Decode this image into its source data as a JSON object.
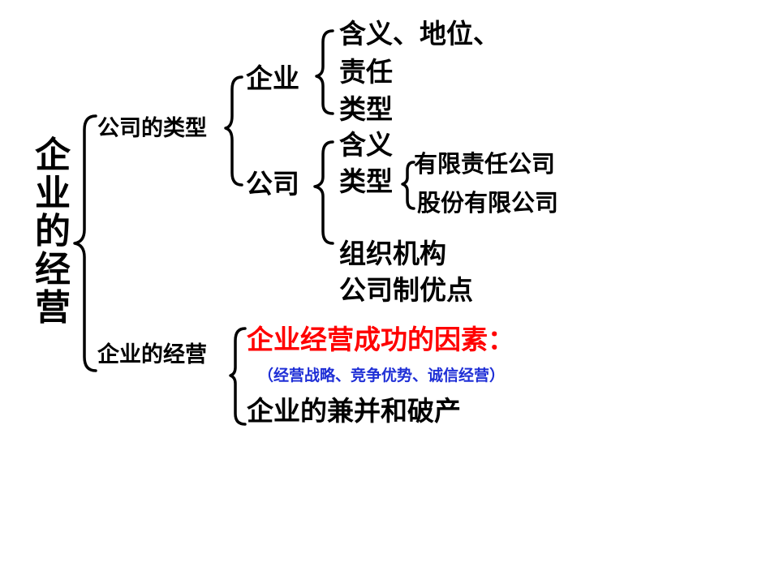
{
  "root": "企业的经营",
  "branch_company_types": {
    "label": "公司的类型",
    "enterprise": {
      "label": "企业",
      "items": [
        "含义、地位、",
        "责任",
        "类型"
      ]
    },
    "company": {
      "label": "公司",
      "items": [
        "含义",
        "类型",
        "组织机构",
        "公司制优点"
      ],
      "types": [
        "有限责任公司",
        "股份有限公司"
      ]
    }
  },
  "branch_operation": {
    "label": "企业的经营",
    "success_factors": "企业经营成功的因素：",
    "success_detail": "（经营战略、竞争优势、诚信经营）",
    "merger": "企业的兼并和破产"
  },
  "colors": {
    "highlight": "#ff0000",
    "detail": "#1f2fd6"
  }
}
